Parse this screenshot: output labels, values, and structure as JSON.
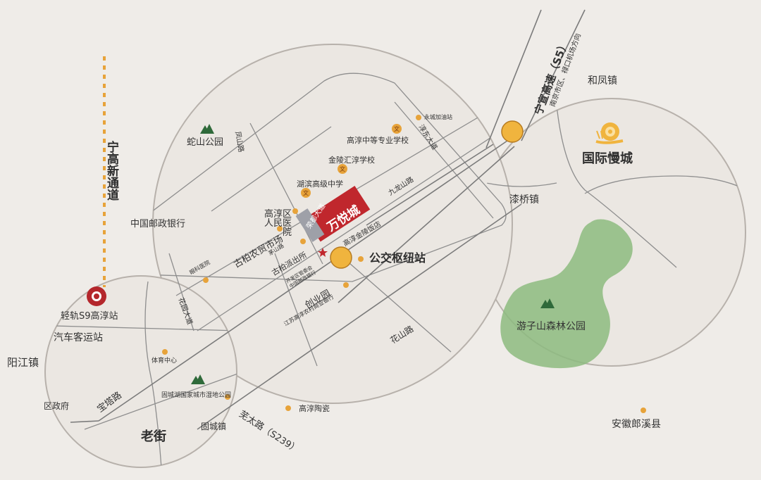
{
  "project": "万悦城",
  "highways": {
    "s5_name": "宁宣高速（S5）",
    "s5_direction": "南京市区、禄口机场方向",
    "s239_name": "芜太路（S239）",
    "s9_new_road": "宁高新通道"
  },
  "roads": {
    "fengshan": "凤山路",
    "jiulong": "九龙山路",
    "baota": "宝塔路",
    "huashan": "花山路",
    "huayuan": "花园大道",
    "maoshan": "茅山路",
    "zhengdong": "淳东大道",
    "rongdu": "荣都大道"
  },
  "places": {
    "shedshan_park": "蛇山公园",
    "postal_bank": "中国邮政银行",
    "hospital": "高淳区人民医院",
    "gubai_market": "古柏农贸市场",
    "gubai_police": "古柏派出所",
    "huibin_school": "湖滨高级中学",
    "jinling_school": "金陵汇淳学校",
    "vocational_school": "高淳中等专业学校",
    "yongcheng_gas": "永城加油站",
    "jinling_hotel": "高淳金陵饭店",
    "bus_hub": "公交枢纽站",
    "chuangye_park": "创业园",
    "rural_bank": "江苏高淳农村商业银行",
    "kaifa_qu": "开发区管委会",
    "postal_branch": "中国邮政银行",
    "eye_hospital": "眼科医院",
    "sports_center": "体育中心",
    "gucheng_wetland": "固城湖国家城市湿地公园",
    "gaochun_pottery": "高淳陶瓷",
    "gucheng_town": "固城镇",
    "laojie": "老街",
    "district_gov": "区政府",
    "yangjiang": "阳江镇",
    "bus_station": "汽车客运站",
    "s9_station": "轻轨S9高淳站",
    "hefeng": "和凤镇",
    "slow_city": "国际慢城",
    "qiqiao": "漆桥镇",
    "youzishan": "游子山森林公园",
    "anhui": "安徽郎溪县"
  },
  "colors": {
    "background": "#efece8",
    "circle_stroke": "#b7b1ab",
    "circle_fill": "#ebe7e2",
    "road": "#8e8e8e",
    "highway": "#7b7b7b",
    "accent_orange": "#e7a33a",
    "marker_fill": "#f0b43e",
    "project_red": "#c0272d",
    "forest_green": "#8dbb7f",
    "dark_green": "#2f6a3a",
    "metro_red": "#b4272c"
  },
  "icons": {
    "s9": "metro-logo-icon",
    "tree": "mountain-tree-icon",
    "school": "school-wen-icon",
    "poi": "poi-dot-icon",
    "snail": "snail-icon",
    "star": "star-icon"
  }
}
